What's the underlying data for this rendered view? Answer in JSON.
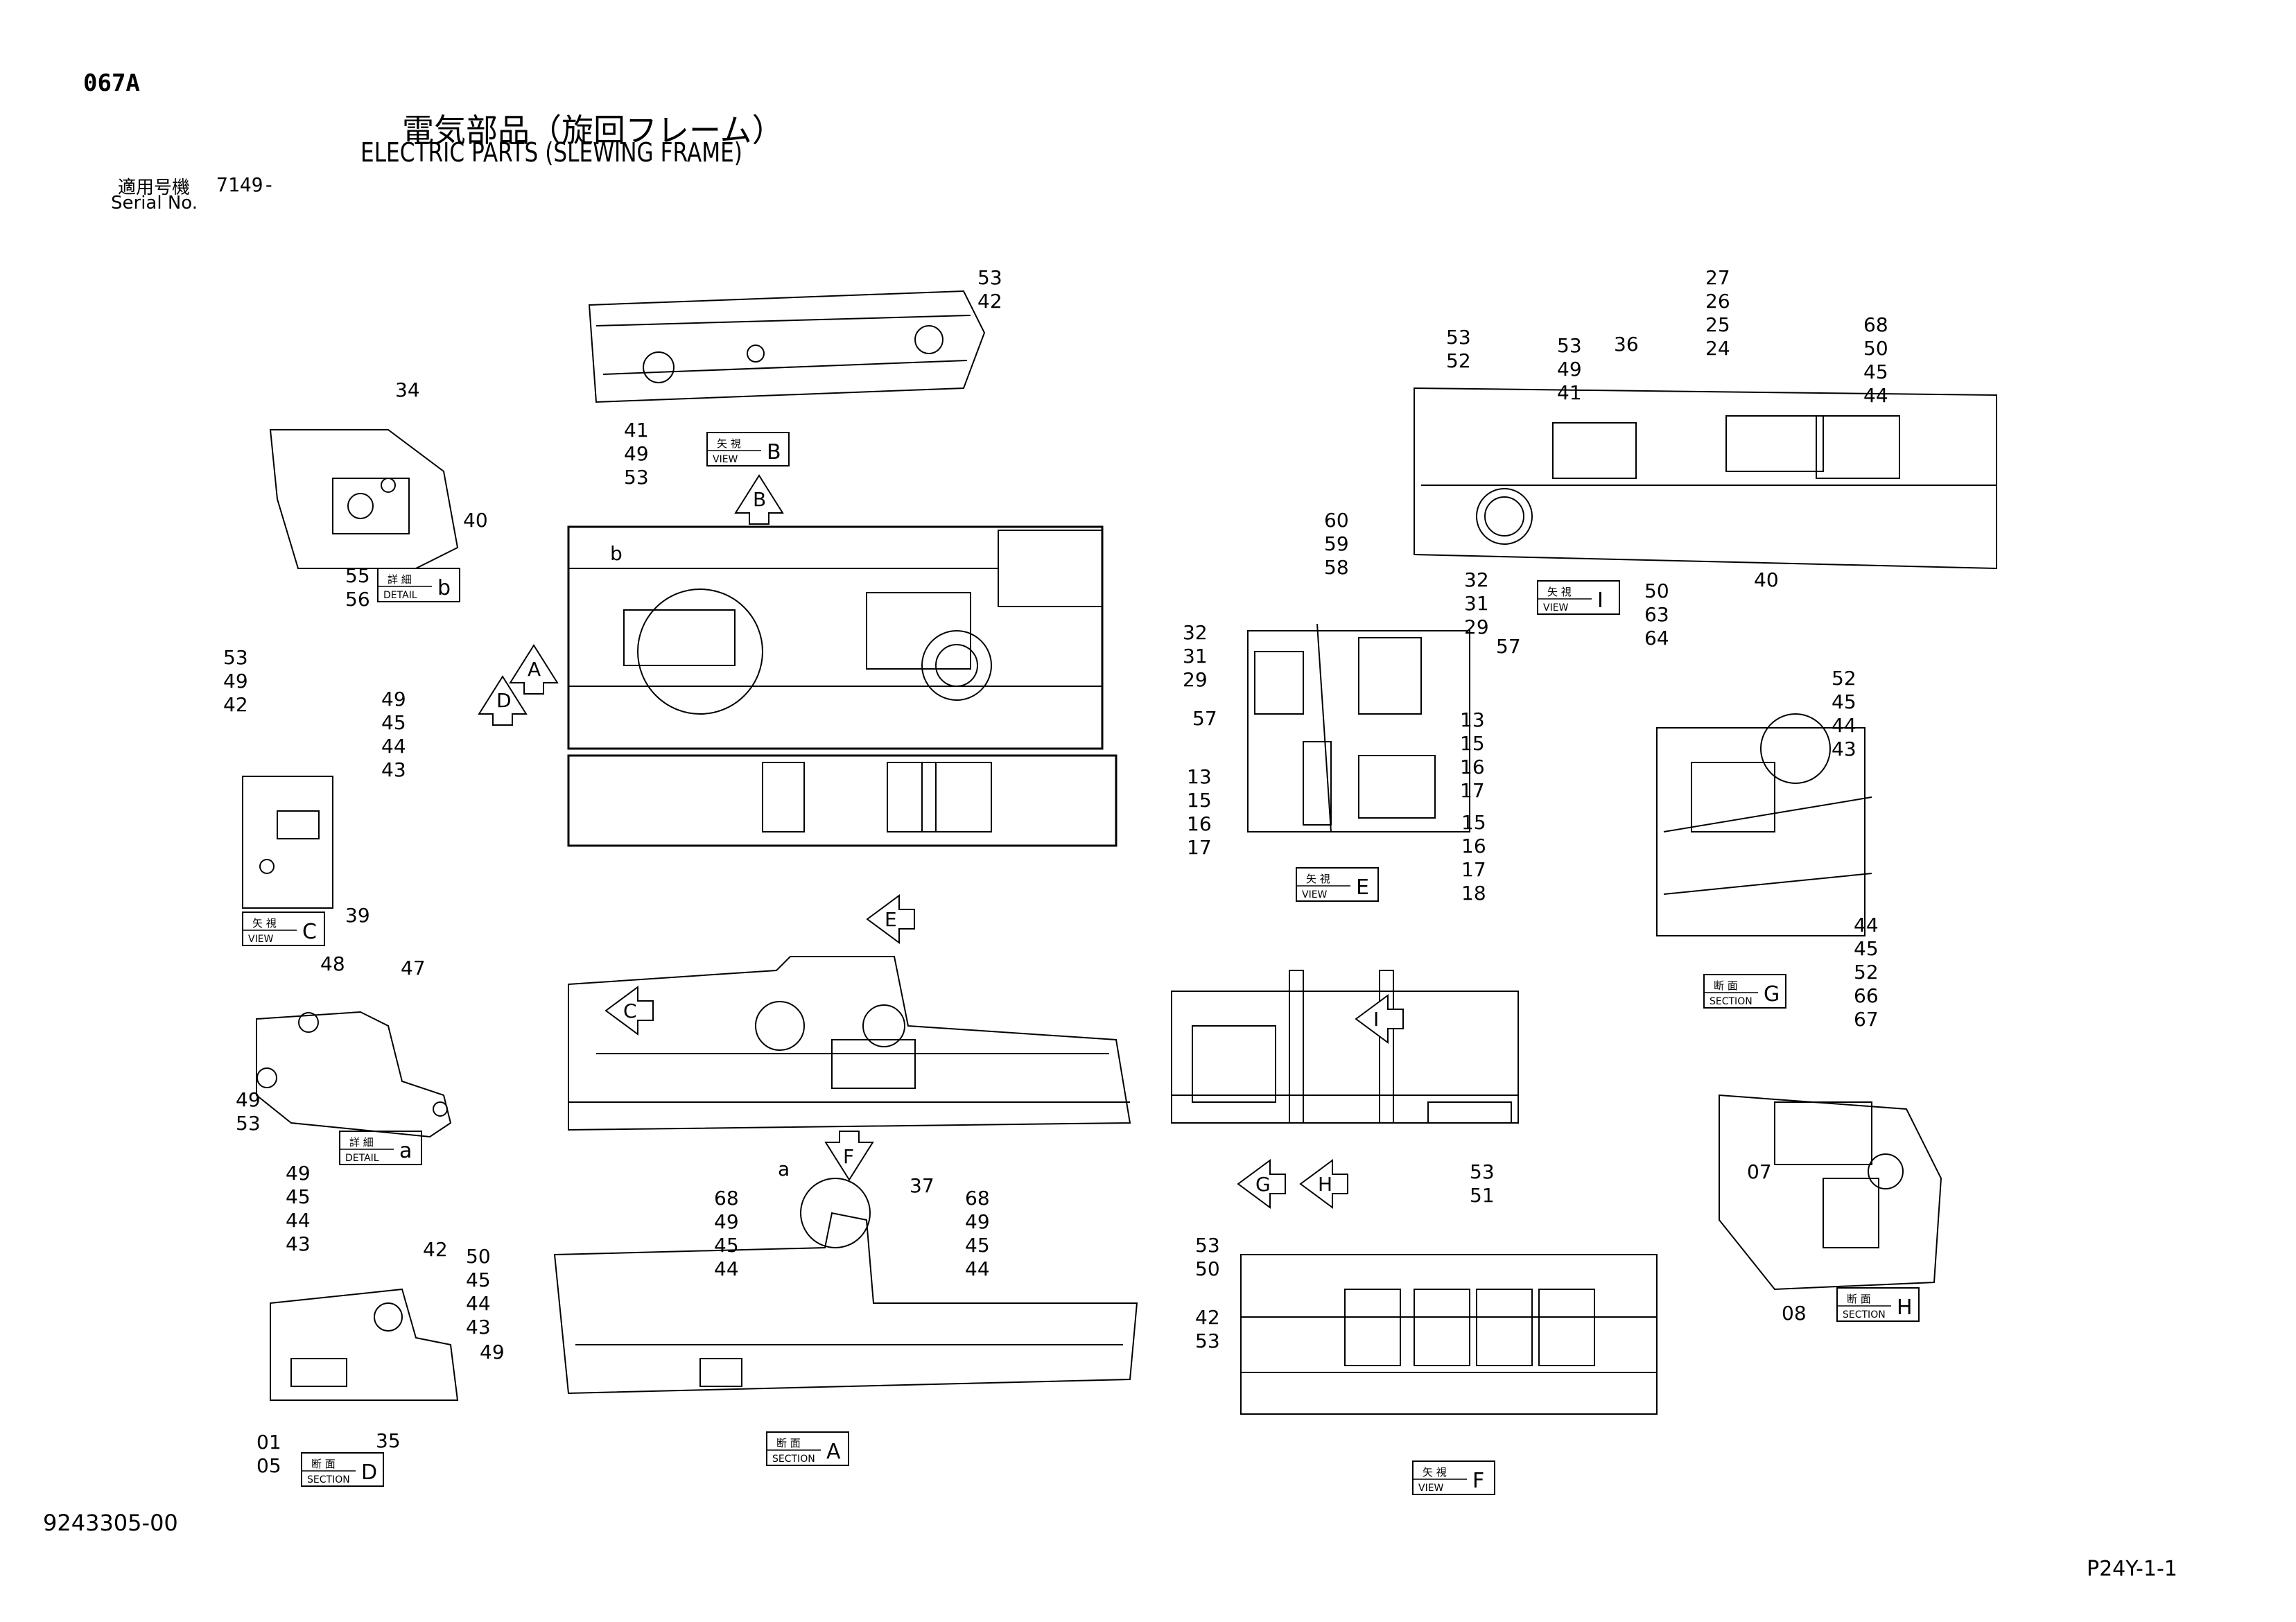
{
  "header": {
    "page_code": "067A",
    "title_jp": "電気部品（旋回フレーム）",
    "title_en": "ELECTRIC PARTS (SLEWING FRAME)",
    "serial_label_jp": "適用号機",
    "serial_value": "7149-",
    "serial_label_en": "Serial No."
  },
  "footer": {
    "drawing_number": "9243305-00",
    "sheet_ref": "P24Y-1-1"
  },
  "view_labels": [
    {
      "jp": "矢 視",
      "en": "VIEW",
      "letter": "B"
    },
    {
      "jp": "詳 細",
      "en": "DETAIL",
      "letter": "b"
    },
    {
      "jp": "矢 視",
      "en": "VIEW",
      "letter": "C"
    },
    {
      "jp": "詳 細",
      "en": "DETAIL",
      "letter": "a"
    },
    {
      "jp": "断 面",
      "en": "SECTION",
      "letter": "D"
    },
    {
      "jp": "断 面",
      "en": "SECTION",
      "letter": "A"
    },
    {
      "jp": "矢 視",
      "en": "VIEW",
      "letter": "E"
    },
    {
      "jp": "矢 視",
      "en": "VIEW",
      "letter": "I"
    },
    {
      "jp": "断 面",
      "en": "SECTION",
      "letter": "G"
    },
    {
      "jp": "断 面",
      "en": "SECTION",
      "letter": "H"
    },
    {
      "jp": "矢 視",
      "en": "VIEW",
      "letter": "F"
    }
  ],
  "direction_arrows": [
    "B",
    "A",
    "D",
    "E",
    "C",
    "F",
    "I",
    "G",
    "H"
  ],
  "detail_markers": [
    "b",
    "a"
  ],
  "callouts": [
    [
      "53",
      "42"
    ],
    [
      "41",
      "49",
      "53"
    ],
    [
      "34"
    ],
    [
      "40"
    ],
    [
      "55",
      "56"
    ],
    [
      "53",
      "49",
      "42"
    ],
    [
      "49",
      "45",
      "44",
      "43"
    ],
    [
      "39"
    ],
    [
      "48"
    ],
    [
      "47"
    ],
    [
      "49",
      "53"
    ],
    [
      "49",
      "45",
      "44",
      "43"
    ],
    [
      "42"
    ],
    [
      "50",
      "45",
      "44",
      "43"
    ],
    [
      "49"
    ],
    [
      "35"
    ],
    [
      "01",
      "05"
    ],
    [
      "68",
      "49",
      "45",
      "44"
    ],
    [
      "37"
    ],
    [
      "68",
      "49",
      "45",
      "44"
    ],
    [
      "60",
      "59",
      "58"
    ],
    [
      "32",
      "31",
      "29"
    ],
    [
      "57"
    ],
    [
      "32",
      "31",
      "29"
    ],
    [
      "57"
    ],
    [
      "13",
      "15",
      "16",
      "17"
    ],
    [
      "13",
      "15",
      "16",
      "17"
    ],
    [
      "15",
      "16",
      "17",
      "18"
    ],
    [
      "53",
      "52"
    ],
    [
      "53",
      "49",
      "41"
    ],
    [
      "36"
    ],
    [
      "27",
      "26",
      "25",
      "24"
    ],
    [
      "68",
      "50",
      "45",
      "44"
    ],
    [
      "50",
      "63",
      "64"
    ],
    [
      "40"
    ],
    [
      "52",
      "45",
      "44",
      "43"
    ],
    [
      "44",
      "45",
      "52",
      "66",
      "67"
    ],
    [
      "07"
    ],
    [
      "08"
    ],
    [
      "53",
      "51"
    ],
    [
      "53",
      "50"
    ],
    [
      "42",
      "53"
    ]
  ]
}
